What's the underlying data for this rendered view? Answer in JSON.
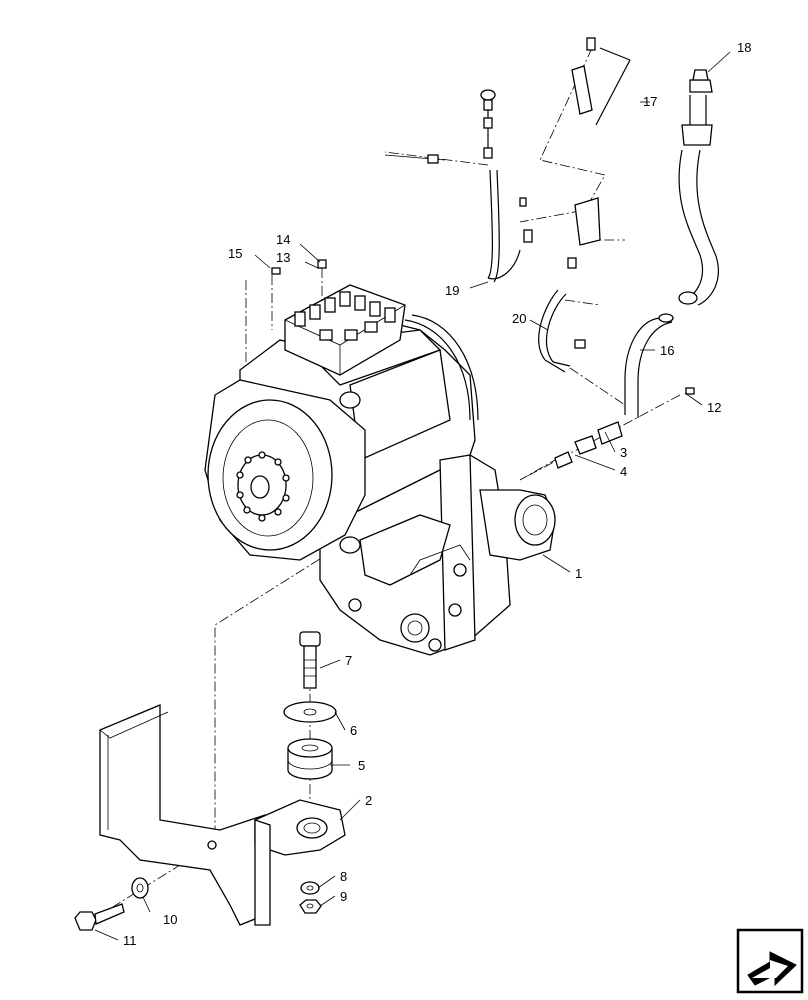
{
  "callouts": [
    {
      "id": "1",
      "label": "1"
    },
    {
      "id": "2",
      "label": "2"
    },
    {
      "id": "3",
      "label": "3"
    },
    {
      "id": "4",
      "label": "4"
    },
    {
      "id": "5",
      "label": "5"
    },
    {
      "id": "6",
      "label": "6"
    },
    {
      "id": "7",
      "label": "7"
    },
    {
      "id": "8",
      "label": "8"
    },
    {
      "id": "9",
      "label": "9"
    },
    {
      "id": "10",
      "label": "10"
    },
    {
      "id": "11",
      "label": "11"
    },
    {
      "id": "12",
      "label": "12"
    },
    {
      "id": "13",
      "label": "13"
    },
    {
      "id": "14",
      "label": "14"
    },
    {
      "id": "15",
      "label": "15"
    },
    {
      "id": "16",
      "label": "16"
    },
    {
      "id": "17",
      "label": "17"
    },
    {
      "id": "18",
      "label": "18"
    },
    {
      "id": "19",
      "label": "19"
    },
    {
      "id": "20",
      "label": "20"
    }
  ],
  "nav": {
    "icon": "next-page-arrow-icon"
  }
}
